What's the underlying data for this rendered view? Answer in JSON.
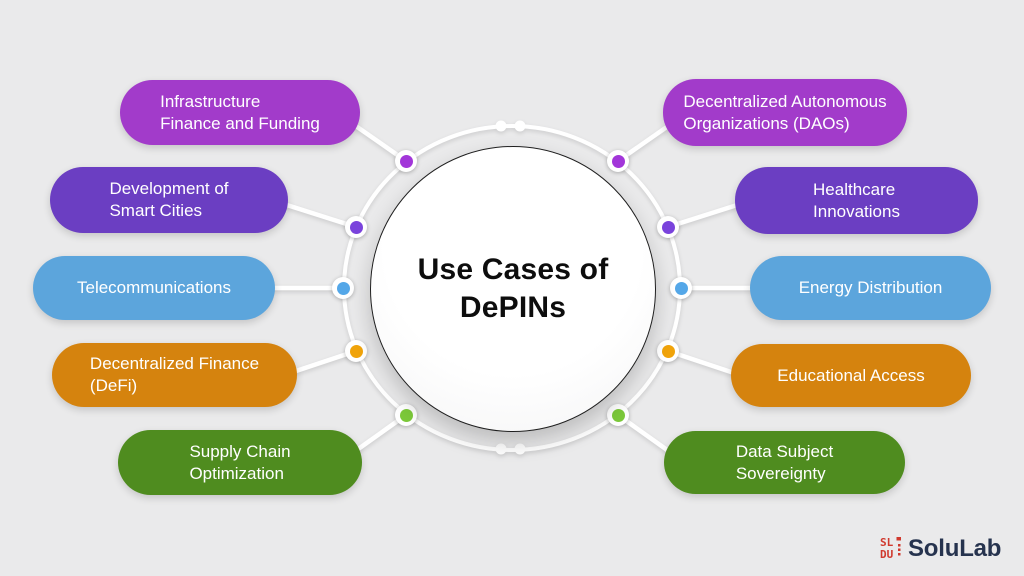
{
  "background": "#EAEAEB",
  "center": {
    "title": "Use Cases of\nDePINs"
  },
  "pills": {
    "left": [
      {
        "label": "Infrastructure\nFinance and Funding",
        "color": "#A23BCA",
        "dot": "#A236D9"
      },
      {
        "label": "Development of\nSmart Cities",
        "color": "#6B3EC2",
        "dot": "#7A43DC"
      },
      {
        "label": "Telecommunications",
        "color": "#5CA5DC",
        "dot": "#54A7E8"
      },
      {
        "label": "Decentralized Finance\n(DeFi)",
        "color": "#D5830E",
        "dot": "#F0A30A"
      },
      {
        "label": "Supply Chain\nOptimization",
        "color": "#4F8C1F",
        "dot": "#7CC93A"
      }
    ],
    "right": [
      {
        "label": "Decentralized Autonomous\nOrganizations (DAOs)",
        "color": "#A23BCA",
        "dot": "#A236D9"
      },
      {
        "label": "Healthcare\nInnovations",
        "color": "#6B3EC2",
        "dot": "#7A43DC"
      },
      {
        "label": "Energy Distribution",
        "color": "#5CA5DC",
        "dot": "#54A7E8"
      },
      {
        "label": "Educational Access",
        "color": "#D5830E",
        "dot": "#F0A30A"
      },
      {
        "label": "Data Subject\nSovereignty",
        "color": "#4F8C1F",
        "dot": "#7CC93A"
      }
    ]
  },
  "logo": {
    "wordmark": "SoluLab",
    "mark_top": "SL",
    "mark_bottom": "DU",
    "mark_color": "#D0392E",
    "text_color": "#26334E"
  }
}
